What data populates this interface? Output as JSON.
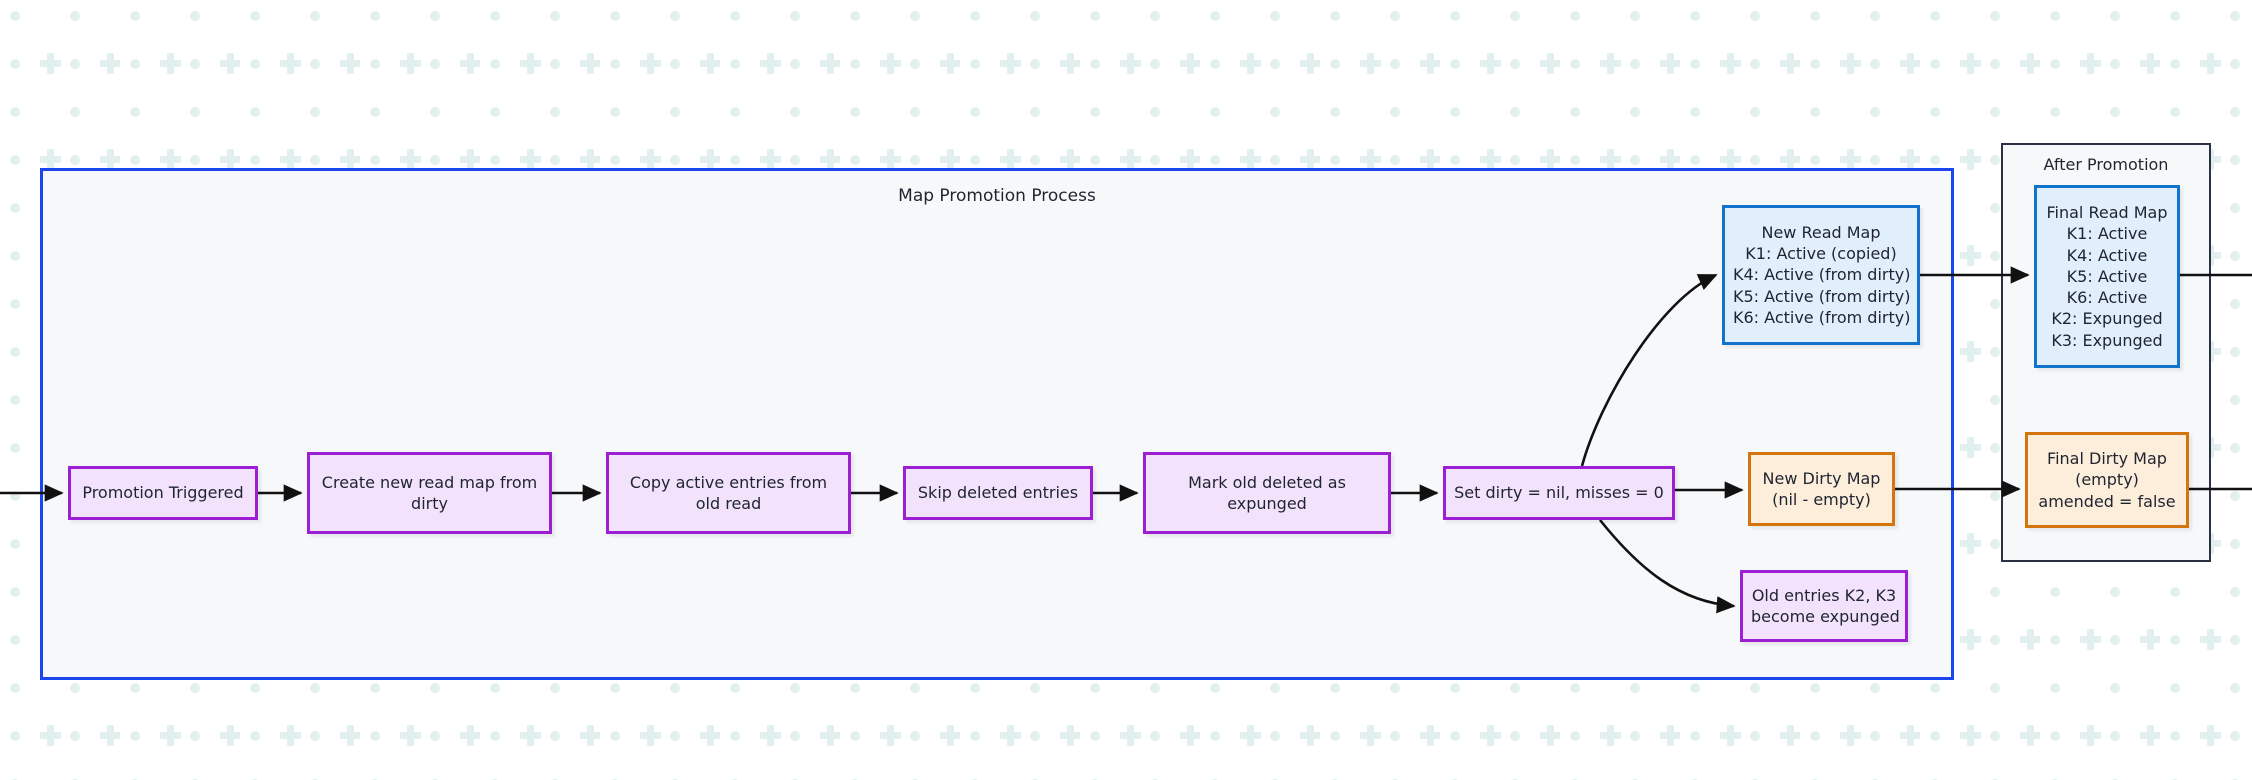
{
  "diagram": {
    "title": "Map Promotion Process",
    "background": {
      "pattern": "dots-and-plus",
      "pattern_color": "#e3f0f0",
      "page_color": "#ffffff",
      "subgraph_fill": "#f7f8fa"
    },
    "palette": {
      "process_fill": "#f2e2fb",
      "process_stroke": "#9c1fd4",
      "readmap_fill": "#e0effb",
      "readmap_stroke": "#1273cd",
      "dirtymap_fill": "#fdeedb",
      "dirtymap_stroke": "#d4740d",
      "promotion_border": "#1a46f0",
      "after_border": "#2b3044",
      "edge_color": "#111111",
      "text_color": "#1f2430"
    },
    "subgraphs": [
      {
        "id": "promotion",
        "title": "Map Promotion Process"
      },
      {
        "id": "after",
        "title": "After Promotion"
      }
    ],
    "nodes": {
      "promotion_triggered": {
        "lines": [
          "Promotion Triggered"
        ]
      },
      "create_new_read": {
        "lines": [
          "Create new read map from",
          "dirty"
        ]
      },
      "copy_active": {
        "lines": [
          "Copy active entries from",
          "old read"
        ]
      },
      "skip_deleted": {
        "lines": [
          "Skip deleted entries"
        ]
      },
      "mark_expunged": {
        "lines": [
          "Mark old deleted as",
          "expunged"
        ]
      },
      "set_dirty": {
        "lines": [
          "Set dirty = nil, misses = 0"
        ]
      },
      "new_read_map": {
        "lines": [
          "New Read Map",
          "K1: Active (copied)",
          "K4: Active (from dirty)",
          "K5: Active (from dirty)",
          "K6: Active (from dirty)"
        ]
      },
      "new_dirty_map": {
        "lines": [
          "New Dirty Map",
          "(nil - empty)"
        ]
      },
      "old_entries": {
        "lines": [
          "Old entries K2, K3",
          "become expunged"
        ]
      },
      "final_read_map": {
        "lines": [
          "Final Read Map",
          "K1: Active",
          "K4: Active",
          "K5: Active",
          "K6: Active",
          "K2: Expunged",
          "K3: Expunged"
        ]
      },
      "final_dirty_map": {
        "lines": [
          "Final Dirty Map",
          "(empty)",
          "amended = false"
        ]
      }
    },
    "edges": [
      {
        "from": "entry",
        "to": "promotion_triggered"
      },
      {
        "from": "promotion_triggered",
        "to": "create_new_read"
      },
      {
        "from": "create_new_read",
        "to": "copy_active"
      },
      {
        "from": "copy_active",
        "to": "skip_deleted"
      },
      {
        "from": "skip_deleted",
        "to": "mark_expunged"
      },
      {
        "from": "mark_expunged",
        "to": "set_dirty"
      },
      {
        "from": "set_dirty",
        "to": "new_read_map"
      },
      {
        "from": "set_dirty",
        "to": "new_dirty_map"
      },
      {
        "from": "set_dirty",
        "to": "old_entries"
      },
      {
        "from": "new_read_map",
        "to": "final_read_map"
      },
      {
        "from": "new_dirty_map",
        "to": "final_dirty_map"
      },
      {
        "from": "final_read_map",
        "to": "exit_top"
      },
      {
        "from": "final_dirty_map",
        "to": "exit_bottom"
      }
    ]
  }
}
